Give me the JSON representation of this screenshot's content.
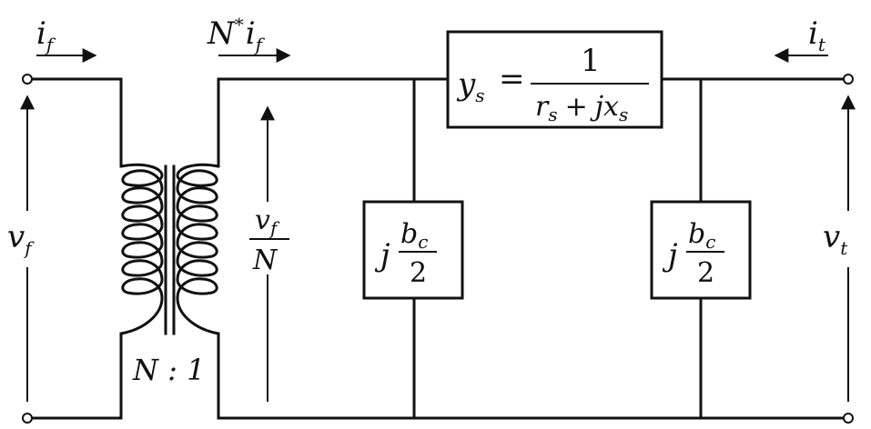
{
  "labels": {
    "i_f_current": {
      "main": "i",
      "sub": "f"
    },
    "n_star_i_f_current": {
      "main": "N",
      "sup": "*",
      "main2": "i",
      "sub": "f"
    },
    "i_t_current": {
      "main": "i",
      "sub": "t"
    },
    "v_f_voltage": {
      "main": "v",
      "sub": "f"
    },
    "v_t_voltage": {
      "main": "v",
      "sub": "t"
    },
    "v_f_over_n": {
      "num_main": "v",
      "num_sub": "f",
      "den": "N"
    },
    "turns_ratio": "N : 1",
    "series_admittance": {
      "lhs_main": "y",
      "lhs_sub": "s",
      "eq": "=",
      "num": "1",
      "den_r": "r",
      "den_r_sub": "s",
      "den_plus": "+",
      "den_j": "jx",
      "den_j_sub": "s"
    },
    "shunt_left": {
      "j": "j",
      "num_main": "b",
      "num_sub": "c",
      "den": "2"
    },
    "shunt_right": {
      "j": "j",
      "num_main": "b",
      "num_sub": "c",
      "den": "2"
    }
  }
}
